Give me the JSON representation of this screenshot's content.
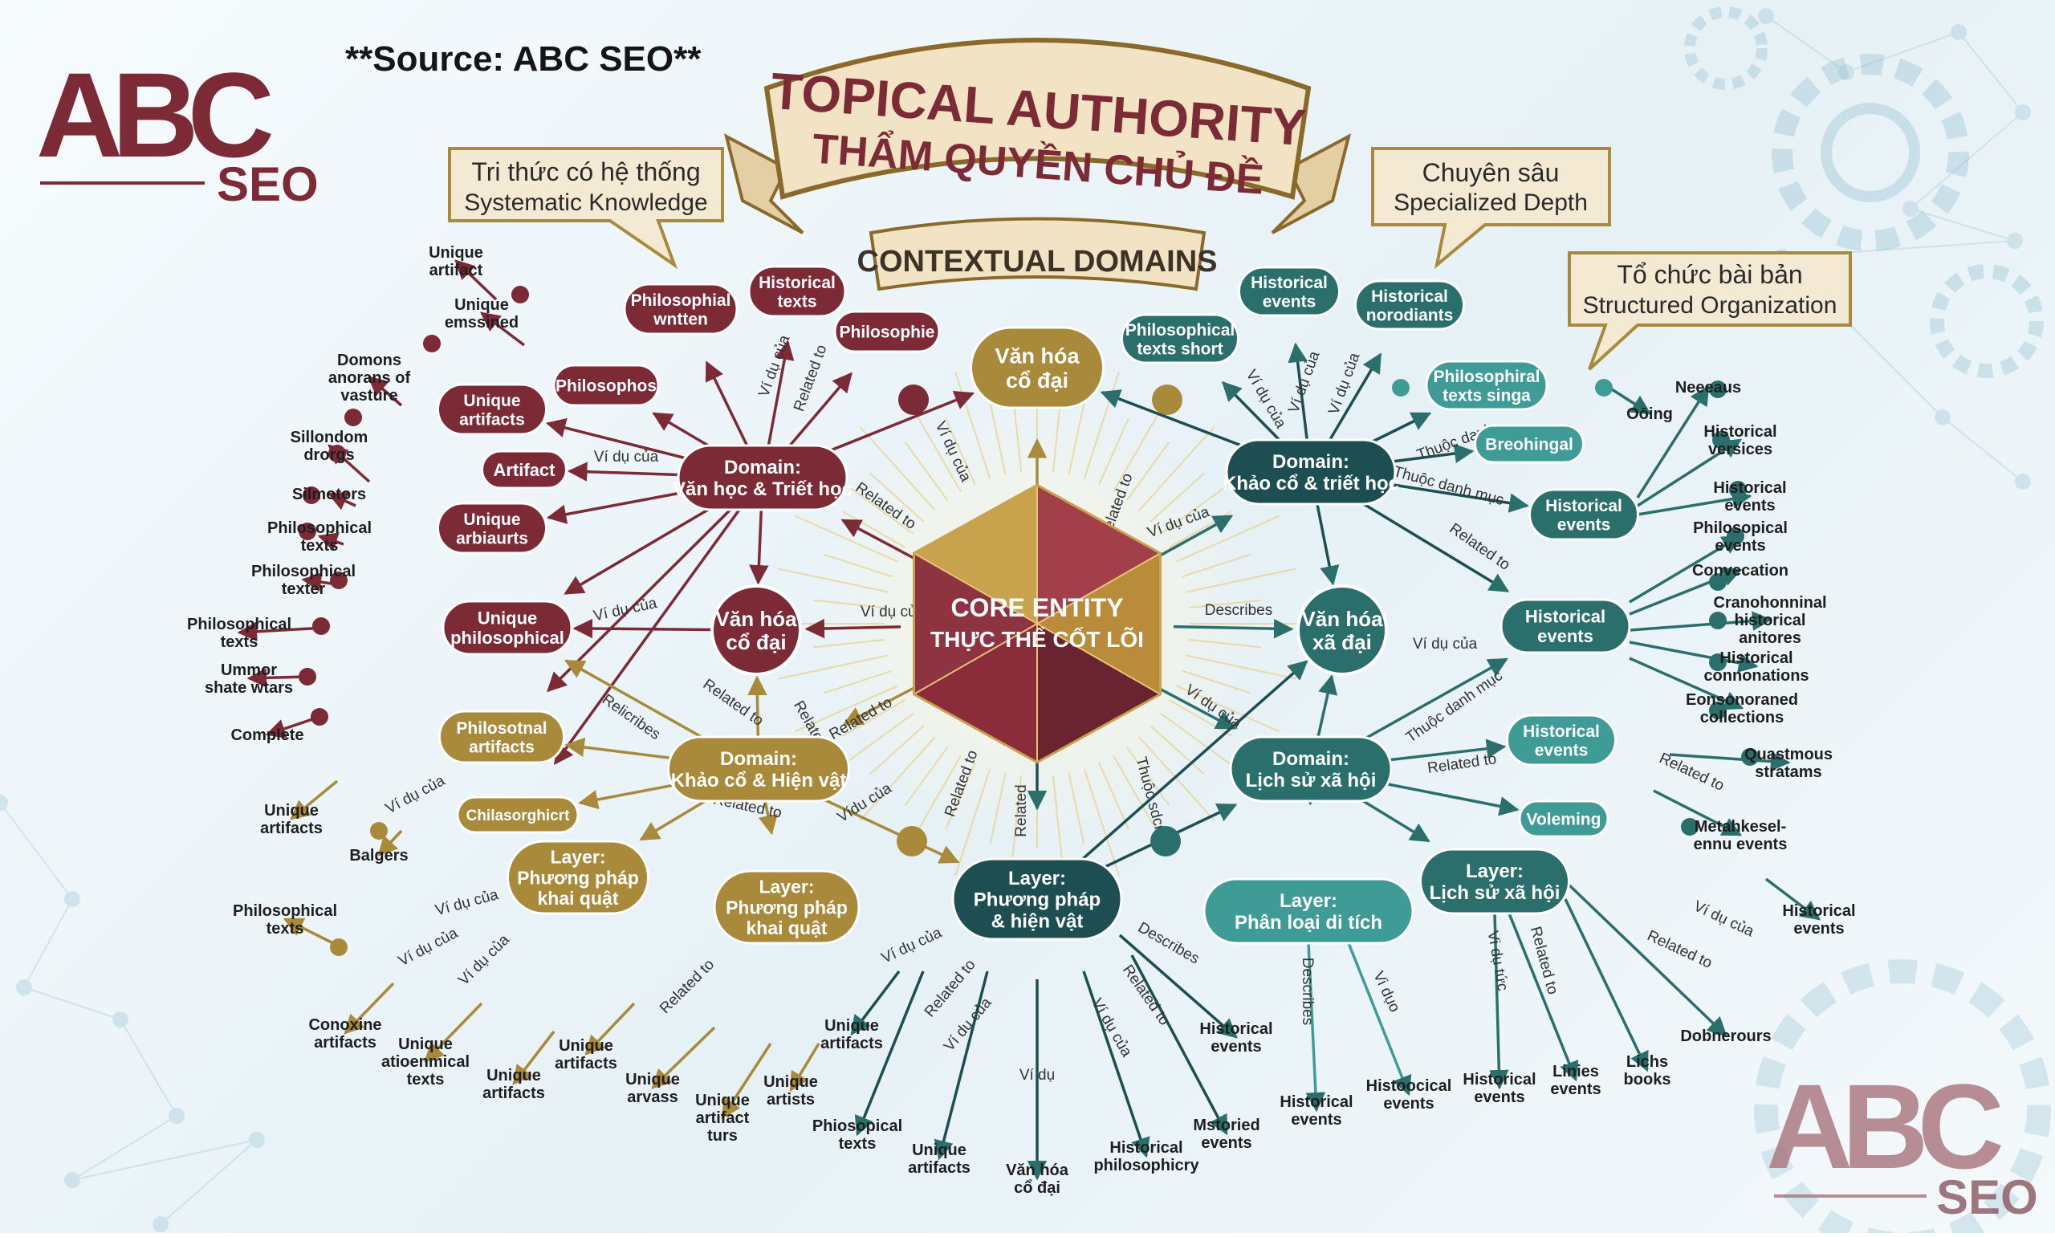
{
  "header": {
    "source": "**Source: ABC SEO**",
    "logo_main": "ABC",
    "logo_sub": "SEO"
  },
  "banner": {
    "line1": "TOPICAL AUTHORITY",
    "line2": "THẨM QUYỀN CHỦ ĐỀ",
    "subtitle": "CONTEXTUAL DOMAINS"
  },
  "callouts": [
    {
      "line1": "Tri thức có hệ thống",
      "line2": "Systematic Knowledge"
    },
    {
      "line1": "Chuyên sâu",
      "line2": "Specialized Depth"
    },
    {
      "line1": "Tổ chức bài bản",
      "line2": "Structured Organization"
    }
  ],
  "core": {
    "line1": "CORE ENTITY",
    "line2": "THỰC THỂ CỐT LÕI"
  },
  "colors": {
    "maroon": "#7c2a36",
    "gold": "#a9893a",
    "teal": "#2b6f6d",
    "dark_teal": "#1d4f52",
    "light_teal": "#3f9b96"
  },
  "nodes": [
    {
      "lines": [
        "Domain:",
        "Văn học & Triết học"
      ]
    },
    {
      "lines": [
        "Văn hóa",
        "cổ đại"
      ]
    },
    {
      "lines": [
        "Domain:",
        "Khảo cổ & triết học"
      ]
    },
    {
      "lines": [
        "Văn hóa",
        "cổ đại"
      ]
    },
    {
      "lines": [
        "Văn hóa",
        "xã đại"
      ]
    },
    {
      "lines": [
        "Domain:",
        "Khảo cổ & Hiện vật"
      ]
    },
    {
      "lines": [
        "Domain:",
        "Lịch sử xã hội"
      ]
    },
    {
      "lines": [
        "Layer:",
        "Phương pháp",
        "& hiện vật"
      ]
    },
    {
      "lines": [
        "Philosophial",
        "wntten"
      ]
    },
    {
      "lines": [
        "Historical",
        "texts"
      ]
    },
    {
      "lines": [
        "Philosophie"
      ]
    },
    {
      "lines": [
        "Philosophos"
      ]
    },
    {
      "lines": [
        "Unique",
        "artifacts"
      ]
    },
    {
      "lines": [
        "Artifact"
      ]
    },
    {
      "lines": [
        "Unique",
        "arbiaurts"
      ]
    },
    {
      "lines": [
        "Unique",
        "philosophical"
      ]
    },
    {
      "lines": [
        "Philosotnal",
        "artifacts"
      ]
    },
    {
      "lines": [
        "Chilasorghicrt"
      ]
    },
    {
      "lines": [
        "Layer:",
        "Phương pháp",
        "khai quật"
      ]
    },
    {
      "lines": [
        "Layer:",
        "Phương pháp",
        "khai quật"
      ]
    },
    {
      "lines": [
        "Historical",
        "events"
      ]
    },
    {
      "lines": [
        "Historical",
        "norodiants"
      ]
    },
    {
      "lines": [
        "Philosophical",
        "texts short"
      ]
    },
    {
      "lines": [
        "Philosophiral",
        "texts singa"
      ]
    },
    {
      "lines": [
        "Breohingal"
      ]
    },
    {
      "lines": [
        "Historical",
        "events"
      ]
    },
    {
      "lines": [
        "Historical",
        "events"
      ]
    },
    {
      "lines": [
        "Historical",
        "events"
      ]
    },
    {
      "lines": [
        "Voleming"
      ]
    },
    {
      "lines": [
        "Layer:",
        "Lịch sử xã hội"
      ]
    },
    {
      "lines": [
        "Layer:",
        "Phân loại di tích"
      ]
    }
  ],
  "relations": [
    "Ví dụ của",
    "Ví dụ của",
    "Related to",
    "Ví dụ của",
    "Related to",
    "Ví dụ của",
    "Ví dụ của",
    "Related to",
    "Related to",
    "Related to",
    "Ví dụ của",
    "Relicribes",
    "Related to",
    "Ví dụ của",
    "Vídu của",
    "Related to",
    "Related",
    "Thuộc sdcmu",
    "Ví dụ của",
    "Describes",
    "Related to",
    "Ví dụ của",
    "Ví dụ của",
    "Ví dụ của",
    "Ví dụ của",
    "Thuộc danh",
    "Thuộc danh mục",
    "Related to",
    "Ví dụ của",
    "Thuộc danh mục",
    "Related to",
    "Related to",
    "Ví dụ của",
    "Related to",
    "Ví dụ của",
    "Ví dụ của",
    "Ví dụ của",
    "Related to",
    "Ví dụ của",
    "Related to",
    "Ví dụ của",
    "Ví dụ",
    "Ví dụ của",
    "Related to",
    "Describes",
    "Describes",
    "Vi dụo",
    "Vi dụ tức",
    "Related to"
  ],
  "leaves": [
    {
      "lines": [
        "Unique",
        "artifact"
      ]
    },
    {
      "lines": [
        "Unique",
        "emssined"
      ]
    },
    {
      "lines": [
        "Domons",
        "anorans of",
        "vasture"
      ]
    },
    {
      "lines": [
        "Sillondom",
        "drorgs"
      ]
    },
    {
      "lines": [
        "Silmotors"
      ]
    },
    {
      "lines": [
        "Philosophical",
        "texts"
      ]
    },
    {
      "lines": [
        "Philosophical",
        "texter"
      ]
    },
    {
      "lines": [
        "Philosophical",
        "texts"
      ]
    },
    {
      "lines": [
        "Ummor",
        "shate wtars"
      ]
    },
    {
      "lines": [
        "Complete"
      ]
    },
    {
      "lines": [
        "Unique",
        "artifacts"
      ]
    },
    {
      "lines": [
        "Balgers"
      ]
    },
    {
      "lines": [
        "Philosophical",
        "texts"
      ]
    },
    {
      "lines": [
        "Conoxine",
        "artifacts"
      ]
    },
    {
      "lines": [
        "Unique",
        "atioenmical",
        "texts"
      ]
    },
    {
      "lines": [
        "Unique",
        "artifacts"
      ]
    },
    {
      "lines": [
        "Unique",
        "artifacts"
      ]
    },
    {
      "lines": [
        "Unique",
        "arvass"
      ]
    },
    {
      "lines": [
        "Unique",
        "artifact",
        "turs"
      ]
    },
    {
      "lines": [
        "Unique",
        "artists"
      ]
    },
    {
      "lines": [
        "Unique",
        "artifacts"
      ]
    },
    {
      "lines": [
        "Phiosopical",
        "texts"
      ]
    },
    {
      "lines": [
        "Unique",
        "artifacts"
      ]
    },
    {
      "lines": [
        "Văn hóa",
        "cổ đại"
      ]
    },
    {
      "lines": [
        "Historical",
        "philosophicry"
      ]
    },
    {
      "lines": [
        "Mstoried",
        "events"
      ]
    },
    {
      "lines": [
        "Historical",
        "events"
      ]
    },
    {
      "lines": [
        "Historical",
        "events"
      ]
    },
    {
      "lines": [
        "Histoocical",
        "events"
      ]
    },
    {
      "lines": [
        "Historical",
        "events"
      ]
    },
    {
      "lines": [
        "Linies",
        "events"
      ]
    },
    {
      "lines": [
        "Lichs",
        "books"
      ]
    },
    {
      "lines": [
        "Dobnerours"
      ]
    },
    {
      "lines": [
        "Historical",
        "events"
      ]
    },
    {
      "lines": [
        "Metahkesel-",
        "ennu events"
      ]
    },
    {
      "lines": [
        "Quastmous",
        "stratams"
      ]
    },
    {
      "lines": [
        "Eonsonoraned",
        "collections"
      ]
    },
    {
      "lines": [
        "Historical",
        "connonations"
      ]
    },
    {
      "lines": [
        "Cranohonninal",
        "historical",
        "anitores"
      ]
    },
    {
      "lines": [
        "Convecation"
      ]
    },
    {
      "lines": [
        "Philosopical",
        "events"
      ]
    },
    {
      "lines": [
        "Historical",
        "events"
      ]
    },
    {
      "lines": [
        "Historical",
        "versices"
      ]
    },
    {
      "lines": [
        "Neeeaus"
      ]
    },
    {
      "lines": [
        "Oōing"
      ]
    }
  ]
}
